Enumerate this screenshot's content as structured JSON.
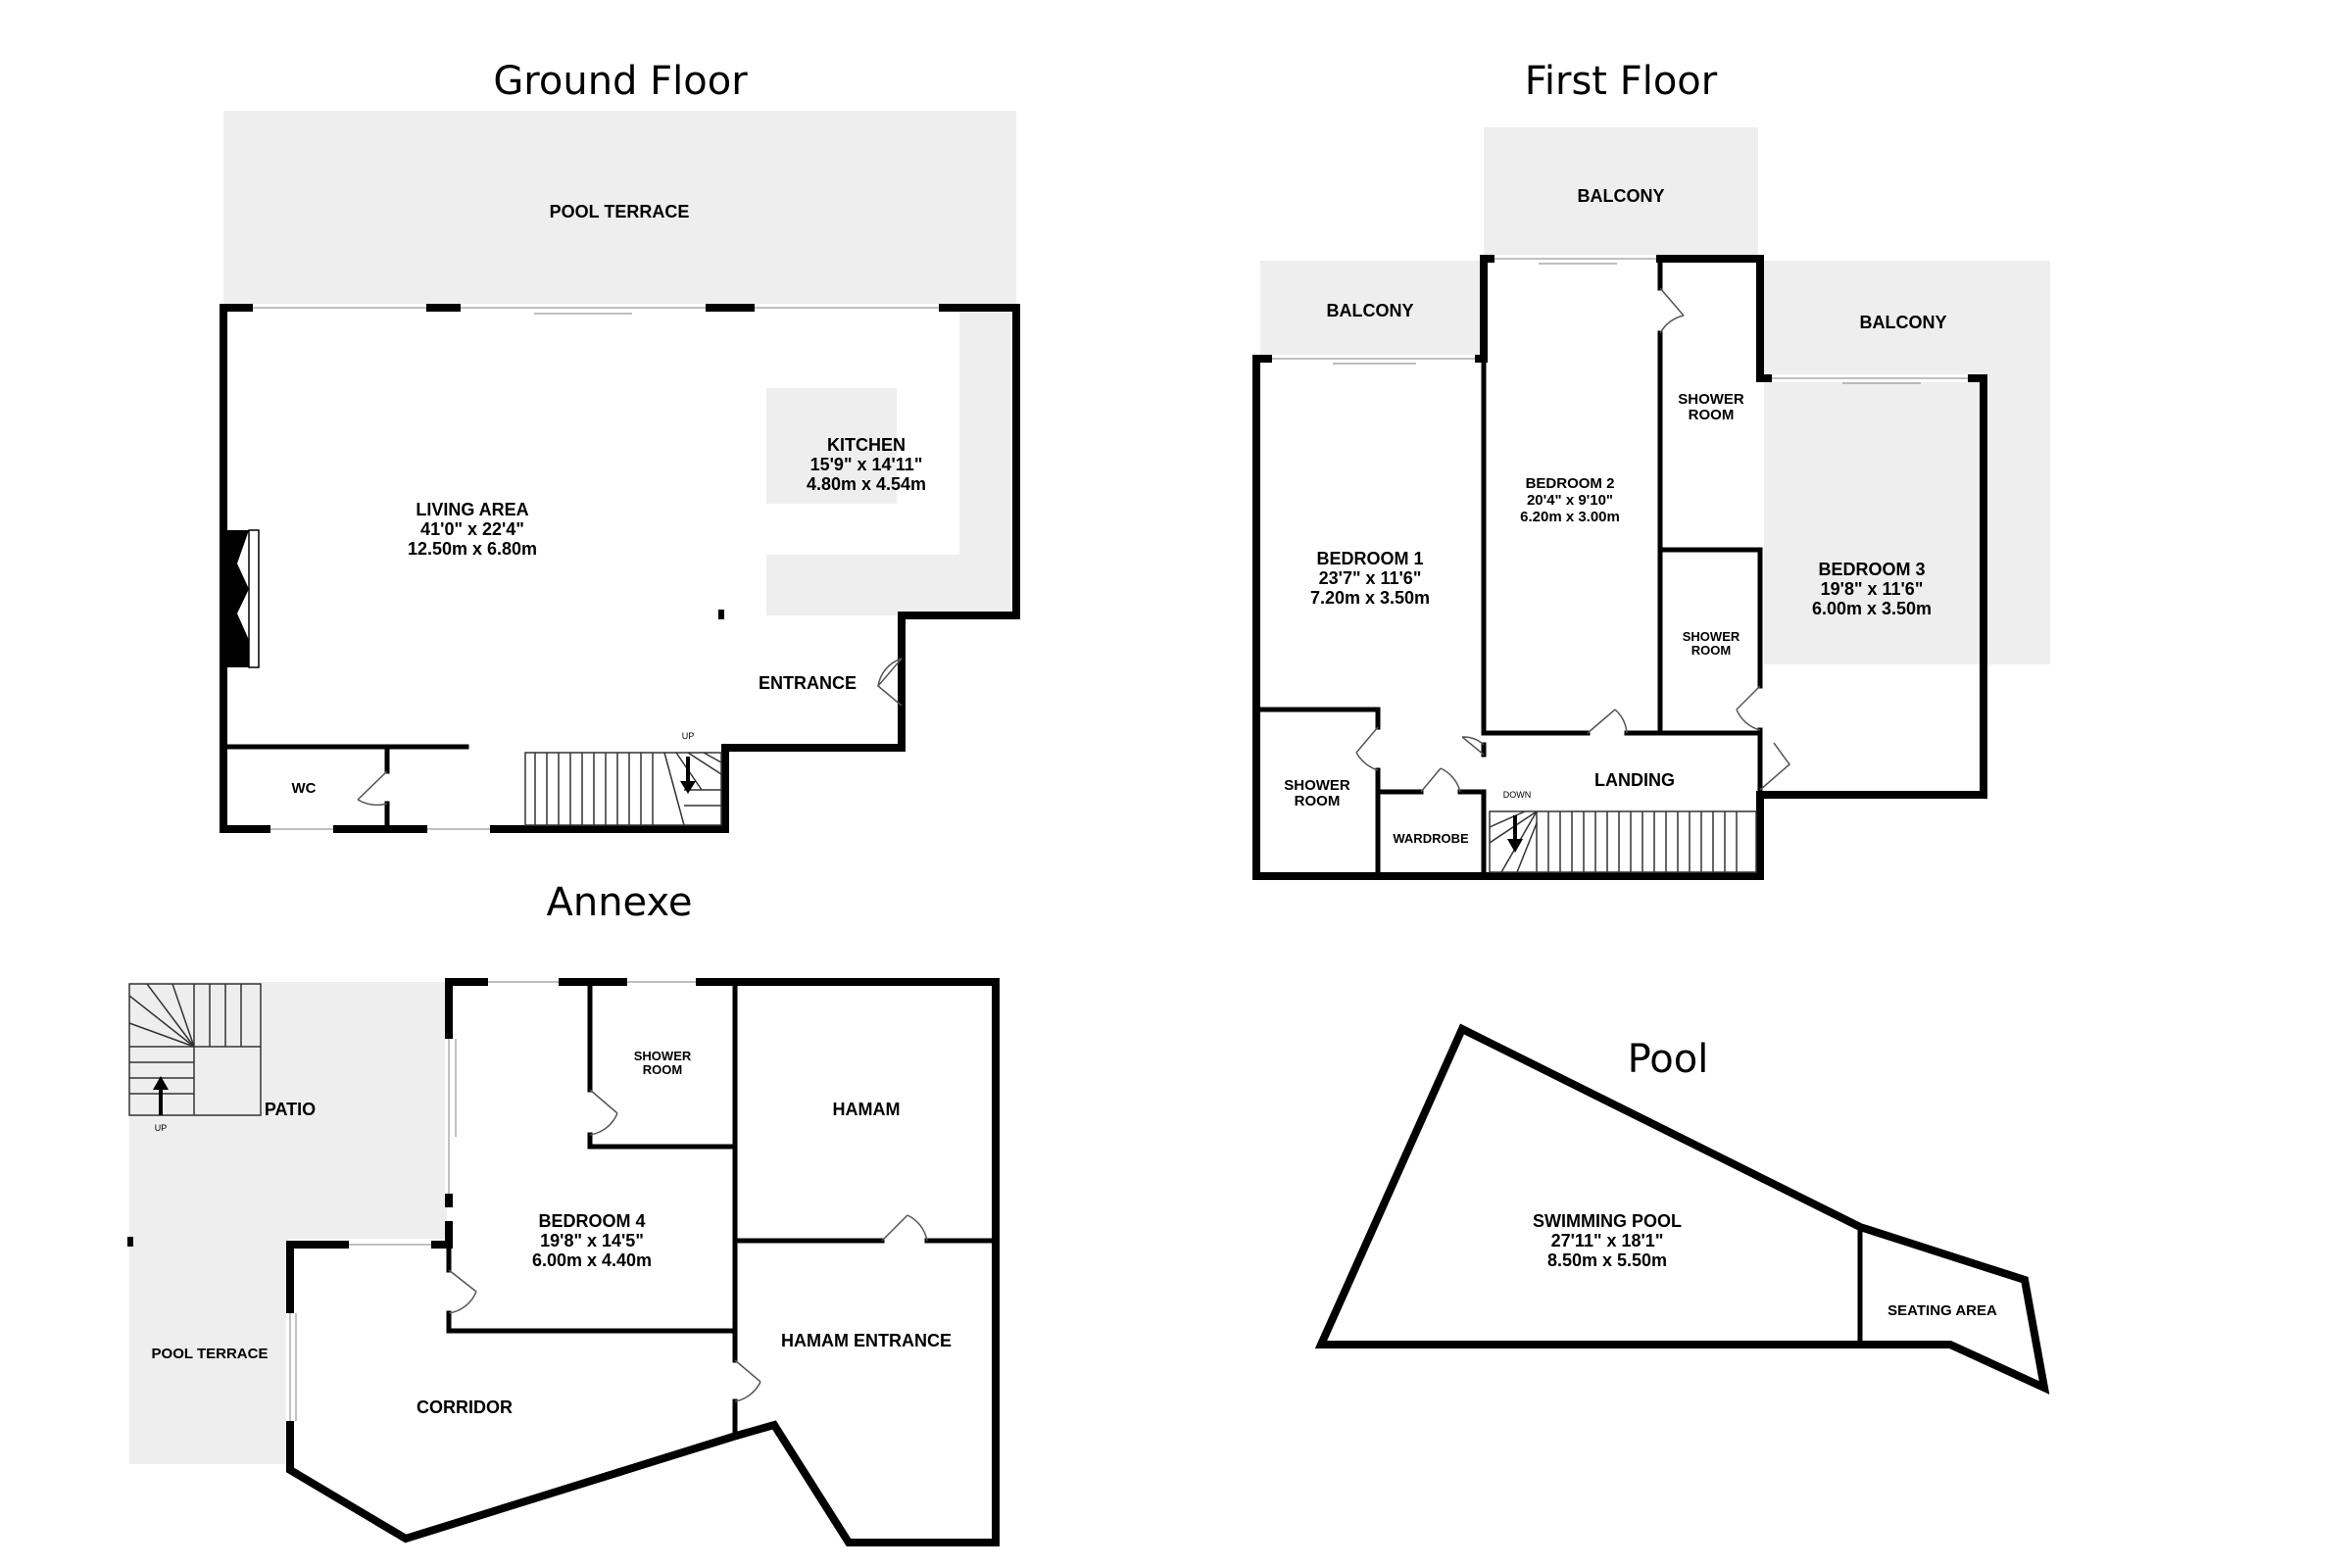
{
  "titles": {
    "ground_floor": "Ground Floor",
    "first_floor": "First Floor",
    "annexe": "Annexe",
    "pool": "Pool"
  },
  "ground_floor": {
    "pool_terrace": "POOL TERRACE",
    "kitchen": {
      "name": "KITCHEN",
      "imperial": "15'9\"  x 14'11\"",
      "metric": "4.80m  x 4.54m"
    },
    "living_area": {
      "name": "LIVING AREA",
      "imperial": "41'0\"  x 22'4\"",
      "metric": "12.50m  x 6.80m"
    },
    "entrance": "ENTRANCE",
    "wc": "WC",
    "stair_label": "UP"
  },
  "first_floor": {
    "balcony_left": "BALCONY",
    "balcony_center": "BALCONY",
    "balcony_right": "BALCONY",
    "bedroom1": {
      "name": "BEDROOM 1",
      "imperial": "23'7\"  x 11'6\"",
      "metric": "7.20m  x 3.50m"
    },
    "bedroom2": {
      "name": "BEDROOM 2",
      "imperial": "20'4\"  x 9'10\"",
      "metric": "6.20m  x 3.00m"
    },
    "bedroom3": {
      "name": "BEDROOM 3",
      "imperial": "19'8\"  x 11'6\"",
      "metric": "6.00m  x 3.50m"
    },
    "shower_room_top": [
      "SHOWER",
      "ROOM"
    ],
    "shower_room_mid": [
      "SHOWER",
      "ROOM"
    ],
    "shower_room_left": [
      "SHOWER",
      "ROOM"
    ],
    "wardrobe": "WARDROBE",
    "landing": "LANDING",
    "stair_label": "DOWN"
  },
  "annexe": {
    "patio": "PATIO",
    "pool_terrace": "POOL TERRACE",
    "shower_room": [
      "SHOWER",
      "ROOM"
    ],
    "hamam": "HAMAM",
    "bedroom4": {
      "name": "BEDROOM 4",
      "imperial": "19'8\"  x 14'5\"",
      "metric": "6.00m  x 4.40m"
    },
    "hamam_entrance": "HAMAM ENTRANCE",
    "corridor": "CORRIDOR",
    "stair_label": "UP"
  },
  "pool": {
    "swimming_pool": {
      "name": "SWIMMING POOL",
      "imperial": "27'11\"  x 18'1\"",
      "metric": "8.50m  x 5.50m"
    },
    "seating_area": "SEATING AREA"
  }
}
